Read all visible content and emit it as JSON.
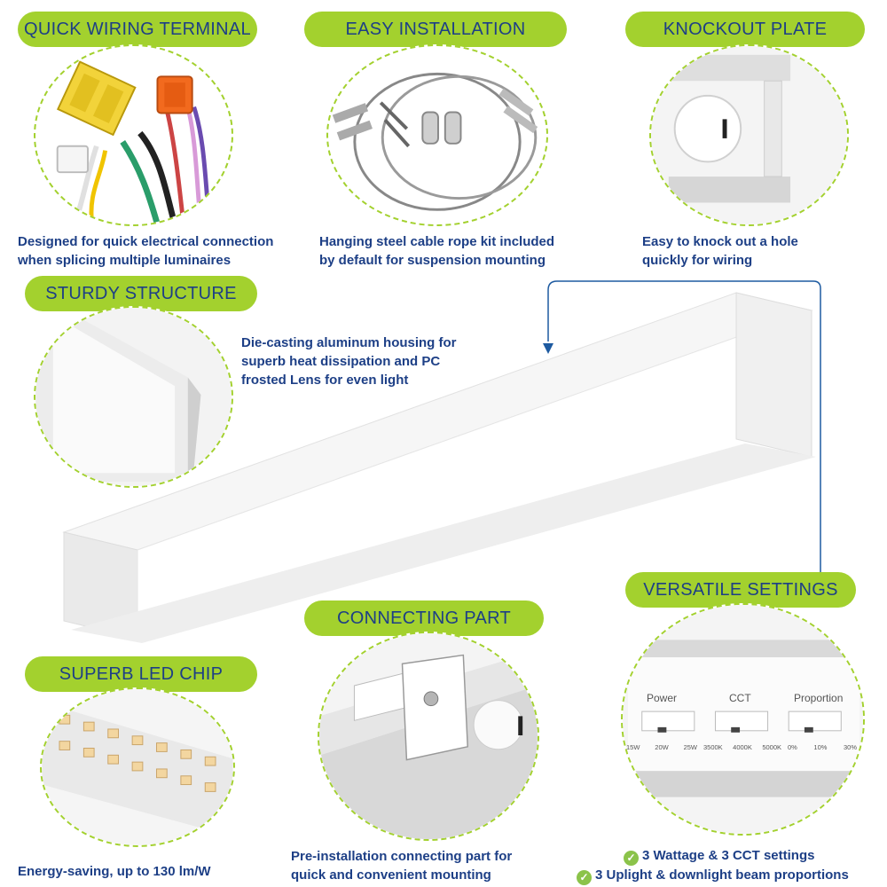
{
  "features": {
    "quick_wiring": {
      "title": "QUICK WIRING TERMINAL",
      "desc_line1": "Designed for quick electrical connection",
      "desc_line2": "when splicing multiple luminaires"
    },
    "easy_installation": {
      "title": "EASY INSTALLATION",
      "desc_line1": "Hanging steel cable rope kit included",
      "desc_line2": "by default for suspension mounting"
    },
    "knockout_plate": {
      "title": "KNOCKOUT PLATE",
      "desc_line1": "Easy to knock out a hole",
      "desc_line2": "quickly for wiring"
    },
    "sturdy_structure": {
      "title": "STURDY STRUCTURE",
      "desc_line1": "Die-casting aluminum housing for",
      "desc_line2": "superb heat dissipation and PC",
      "desc_line3": "frosted Lens for even light"
    },
    "versatile_settings": {
      "title": "VERSATILE SETTINGS",
      "switches": {
        "power": {
          "label": "Power",
          "options": [
            "15W",
            "20W",
            "25W"
          ]
        },
        "cct": {
          "label": "CCT",
          "options": [
            "3500K",
            "4000K",
            "5000K"
          ]
        },
        "proportion": {
          "label": "Proportion",
          "options": [
            "0%",
            "10%",
            "30%"
          ]
        }
      },
      "bullet1": "3 Wattage & 3 CCT settings",
      "bullet2": "3 Uplight & downlight beam proportions"
    },
    "connecting_part": {
      "title": "CONNECTING PART",
      "desc_line1": "Pre-installation connecting part for",
      "desc_line2": "quick and convenient mounting"
    },
    "superb_led_chip": {
      "title": "SUPERB LED CHIP",
      "desc_line1": "Energy-saving, up to 130 lm/W"
    }
  },
  "colors": {
    "accent_green": "#a3d12e",
    "text_navy": "#1d3f86",
    "check_green": "#8bc34a"
  }
}
